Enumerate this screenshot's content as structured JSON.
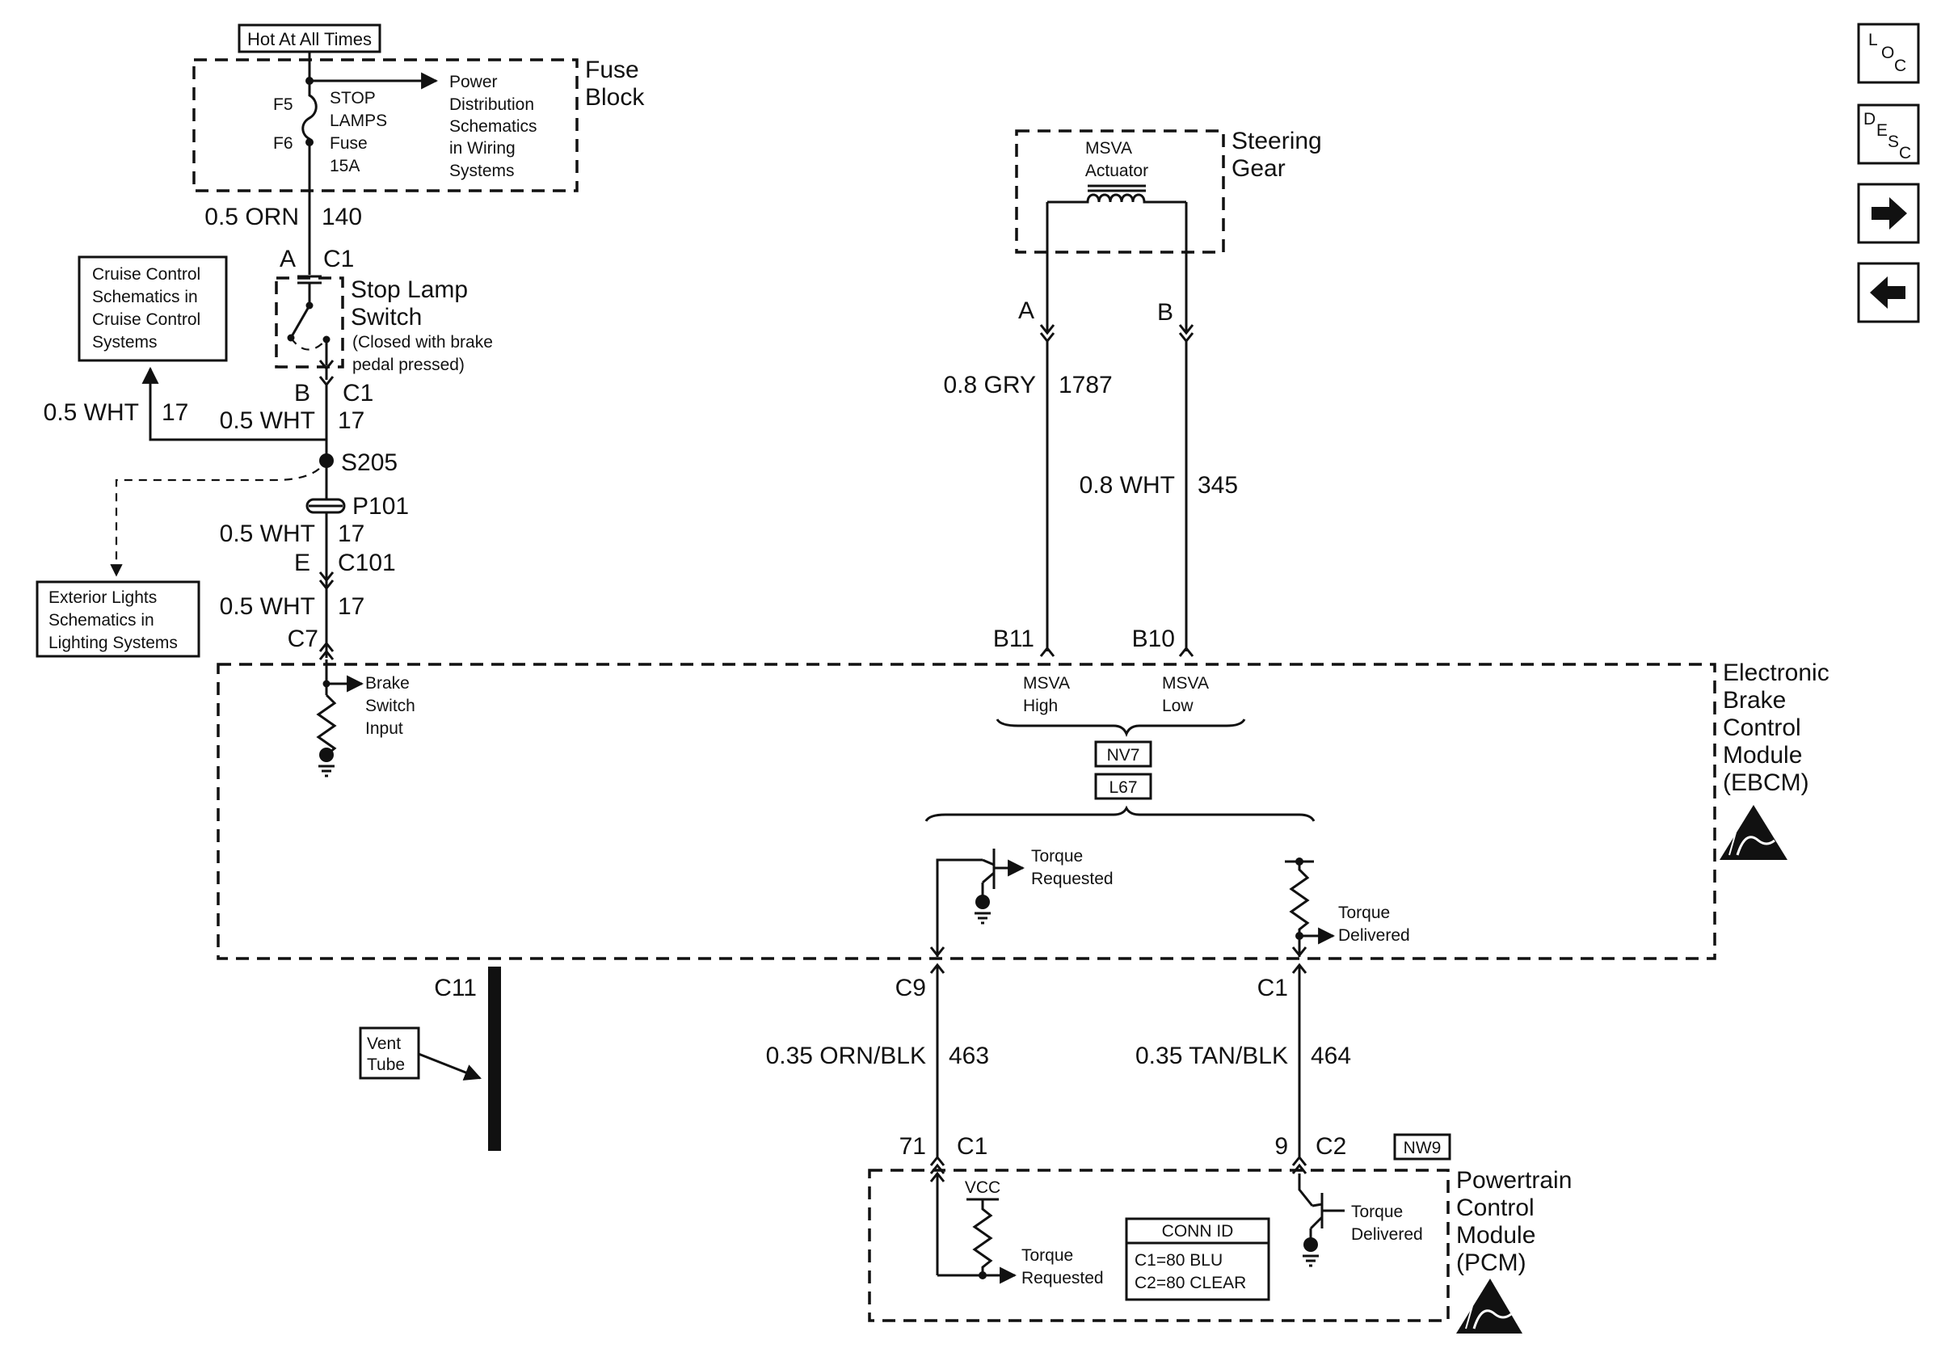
{
  "fuse_block": {
    "supply_label": "Hot At All Times",
    "title_line1": "Fuse",
    "title_line2": "Block",
    "terminal_top": "F5",
    "terminal_bottom": "F6",
    "fuse_name_line1": "STOP",
    "fuse_name_line2": "LAMPS",
    "fuse_name_line3": "Fuse",
    "fuse_rating": "15A",
    "ref_line1": "Power",
    "ref_line2": "Distribution",
    "ref_line3": "Schematics",
    "ref_line4": "in Wiring",
    "ref_line5": "Systems"
  },
  "stop_lamp_switch": {
    "wire_top_color": "0.5 ORN",
    "wire_top_circuit": "140",
    "pin_top": "A",
    "connector_top": "C1",
    "title_line1": "Stop Lamp",
    "title_line2": "Switch",
    "note_line1": "(Closed with brake",
    "note_line2": "pedal pressed)",
    "pin_bottom": "B",
    "connector_bottom": "C1"
  },
  "cruise_ref": {
    "line1": "Cruise Control",
    "line2": "Schematics in",
    "line3": "Cruise Control",
    "line4": "Systems",
    "wire_color": "0.5 WHT",
    "wire_circuit": "17"
  },
  "exterior_ref": {
    "line1": "Exterior Lights",
    "line2": "Schematics in",
    "line3": "Lighting Systems"
  },
  "splice": {
    "wire_above_color": "0.5 WHT",
    "wire_above_circuit": "17",
    "splice_name": "S205",
    "passthrough_name": "P101",
    "wire_mid_color": "0.5 WHT",
    "wire_mid_circuit": "17",
    "pin_c101": "E",
    "connector_c101": "C101",
    "wire_low_color": "0.5 WHT",
    "wire_low_circuit": "17",
    "connector_c7": "C7"
  },
  "ebcm": {
    "title_line1": "Electronic",
    "title_line2": "Brake",
    "title_line3": "Control",
    "title_line4": "Module",
    "title_line5": "(EBCM)",
    "brake_input_line1": "Brake",
    "brake_input_line2": "Switch",
    "brake_input_line3": "Input",
    "pin_b11": "B11",
    "pin_b10": "B10",
    "msva_high_line1": "MSVA",
    "msva_high_line2": "High",
    "msva_low_line1": "MSVA",
    "msva_low_line2": "Low",
    "option1": "NV7",
    "option2": "L67",
    "torque_req_line1": "Torque",
    "torque_req_line2": "Requested",
    "torque_del_line1": "Torque",
    "torque_del_line2": "Delivered",
    "connector_c11": "C11",
    "connector_c9": "C9",
    "connector_c1": "C1"
  },
  "steering_gear": {
    "title_line1": "Steering",
    "title_line2": "Gear",
    "actuator_line1": "MSVA",
    "actuator_line2": "Actuator",
    "pin_a": "A",
    "pin_b": "B",
    "wire_a_color": "0.8 GRY",
    "wire_a_circuit": "1787",
    "wire_b_color": "0.8 WHT",
    "wire_b_circuit": "345"
  },
  "vent": {
    "line1": "Vent",
    "line2": "Tube"
  },
  "pcm_wires": {
    "wire_463_color": "0.35 ORN/BLK",
    "wire_463_circuit": "463",
    "wire_464_color": "0.35 TAN/BLK",
    "wire_464_circuit": "464",
    "pin_71": "71",
    "connector_71": "C1",
    "pin_9": "9",
    "connector_9": "C2",
    "option_nw9": "NW9"
  },
  "pcm": {
    "title_line1": "Powertrain",
    "title_line2": "Control",
    "title_line3": "Module",
    "title_line4": "(PCM)",
    "vcc": "VCC",
    "torque_req_line1": "Torque",
    "torque_req_line2": "Requested",
    "torque_del_line1": "Torque",
    "torque_del_line2": "Delivered",
    "conn_id_title": "CONN ID",
    "conn_id_line1": "C1=80 BLU",
    "conn_id_line2": "C2=80 CLEAR"
  },
  "nav": {
    "loc_l": "L",
    "loc_o": "O",
    "loc_c": "C",
    "desc_d": "D",
    "desc_e": "E",
    "desc_s": "S",
    "desc_c": "C"
  }
}
